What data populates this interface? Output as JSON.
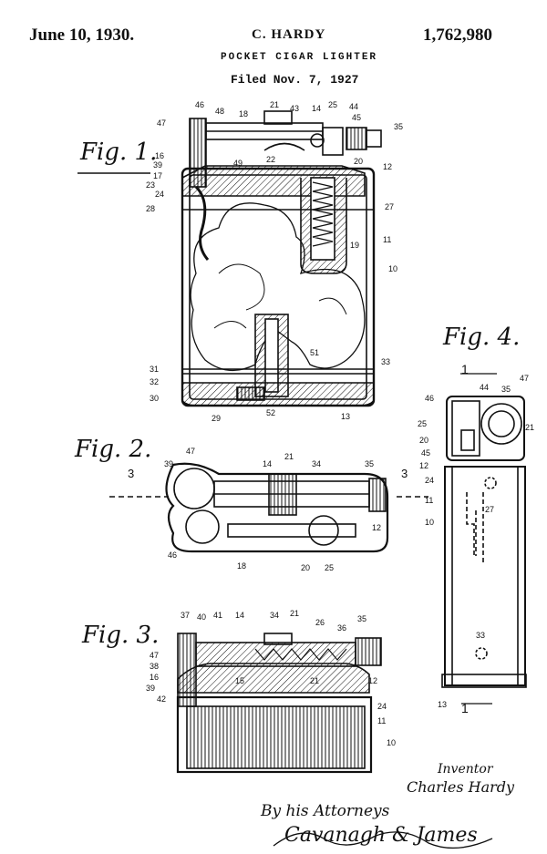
{
  "header": {
    "date": "June 10, 1930.",
    "inventor": "C. HARDY",
    "patent_number": "1,762,980",
    "title": "POCKET CIGAR LIGHTER",
    "filed": "Filed Nov. 7, 1927"
  },
  "figures": {
    "fig1": "Fig. 1.",
    "fig2": "Fig. 2.",
    "fig3": "Fig. 3.",
    "fig4": "Fig. 4."
  },
  "signature": {
    "inventor_label": "Inventor",
    "inventor_name": "Charles Hardy",
    "by_line": "By his Attorneys",
    "attorneys": "Cavanagh & James"
  },
  "numerals": {
    "fig1": [
      "47",
      "46",
      "48",
      "18",
      "21",
      "43",
      "14",
      "25",
      "44",
      "45",
      "35",
      "16",
      "39",
      "17",
      "49",
      "22",
      "20",
      "12",
      "23",
      "24",
      "28",
      "27",
      "19",
      "11",
      "10",
      "51",
      "31",
      "32",
      "33",
      "30",
      "29",
      "52",
      "13"
    ],
    "fig2": [
      "39",
      "47",
      "14",
      "21",
      "34",
      "35",
      "3",
      "3",
      "46",
      "18",
      "20",
      "25",
      "12"
    ],
    "fig3": [
      "37",
      "40",
      "41",
      "14",
      "34",
      "21",
      "26",
      "36",
      "35",
      "47",
      "38",
      "16",
      "39",
      "42",
      "15",
      "21",
      "12",
      "24",
      "11",
      "10"
    ],
    "fig4": [
      "1",
      "44",
      "47",
      "46",
      "35",
      "25",
      "21",
      "20",
      "45",
      "12",
      "24",
      "11",
      "10",
      "27",
      "33",
      "13",
      "1"
    ]
  }
}
